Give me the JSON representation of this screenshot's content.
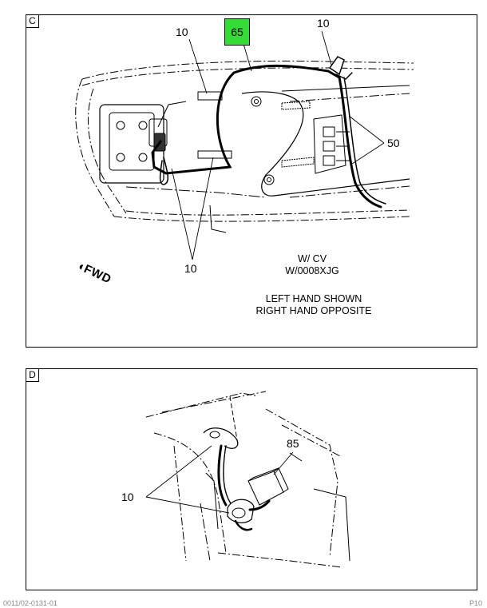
{
  "panel_c": {
    "letter": "C",
    "callouts": {
      "top_left": "10",
      "part": "65",
      "top_right": "10",
      "right": "50",
      "bottom": "10"
    },
    "note_variant_1": "W/ CV",
    "note_variant_2": "W/0008XJG",
    "note_side_1": "LEFT HAND SHOWN",
    "note_side_2": "RIGHT HAND OPPOSITE",
    "fwd_label": "FWD",
    "highlight_color": "#33dd33"
  },
  "panel_d": {
    "letter": "D",
    "callouts": {
      "part": "85",
      "left": "10"
    }
  },
  "footer": {
    "left": "0011/02-0131-01",
    "right": "P10"
  }
}
